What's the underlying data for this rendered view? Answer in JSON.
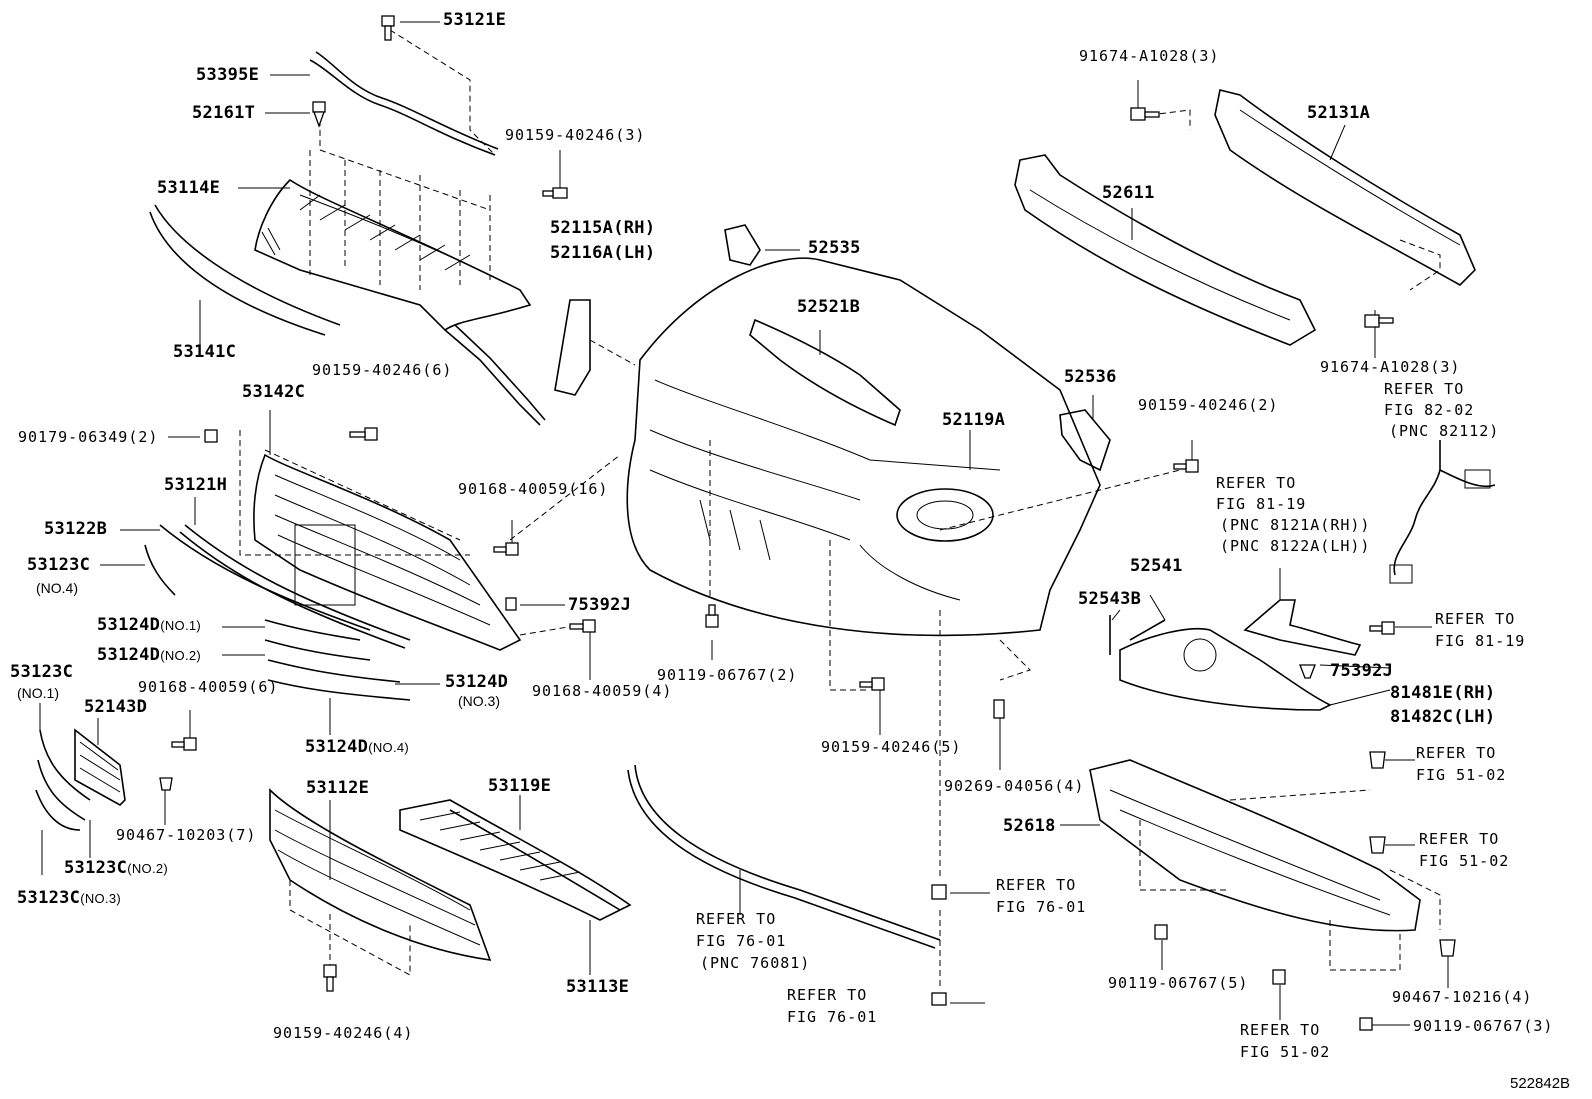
{
  "labels": {
    "p53121E": "53121E",
    "p53395E": "53395E",
    "p52161T": "52161T",
    "f90159_40246_3": "90159-40246(3)",
    "p53114E": "53114E",
    "p52115A": "52115A(RH)",
    "p52116A": "52116A(LH)",
    "p52535": "52535",
    "p53141C": "53141C",
    "f90159_40246_6": "90159-40246(6)",
    "p53142C": "53142C",
    "f90179_06349_2": "90179-06349(2)",
    "p53121H": "53121H",
    "f90168_40059_16": "90168-40059(16)",
    "p53122B": "53122B",
    "p53123C_no4": "53123C",
    "no4_a": "(NO.4)",
    "p75392J_a": "75392J",
    "p53124D_no1": "53124D",
    "no1_a": "(NO.1)",
    "p53124D_no2": "53124D",
    "no2_a": "(NO.2)",
    "p53124D_no3": "53124D",
    "no3_a": "(NO.3)",
    "p53123C_no1": "53123C",
    "no1_b": "(NO.1)",
    "f90168_40059_6": "90168-40059(6)",
    "f90168_40059_4": "90168-40059(4)",
    "p52143D": "52143D",
    "p53124D_no4": "53124D",
    "no4_b": "(NO.4)",
    "f90467_10203_7": "90467-10203(7)",
    "p53123C_no2": "53123C",
    "no2_b": "(NO.2)",
    "p53123C_no3": "53123C",
    "no3_b": "(NO.3)",
    "p53112E": "53112E",
    "p53119E": "53119E",
    "p53113E": "53113E",
    "f90159_40246_4": "90159-40246(4)",
    "p52521B": "52521B",
    "p52119A": "52119A",
    "p52536": "52536",
    "f90159_40246_2": "90159-40246(2)",
    "f90119_06767_2": "90119-06767(2)",
    "f90159_40246_5": "90159-40246(5)",
    "f90269_04056_4": "90269-04056(4)",
    "ref_76_01_a_1": "REFER TO",
    "ref_76_01_a_2": "FIG 76-01",
    "ref_76_01_a_3": "(PNC 76081)",
    "ref_76_01_b_1": "REFER TO",
    "ref_76_01_b_2": "FIG 76-01",
    "ref_76_01_c_1": "REFER TO",
    "ref_76_01_c_2": "FIG 76-01",
    "f91674_A1028_3a": "91674-A1028(3)",
    "p52131A": "52131A",
    "p52611": "52611",
    "f91674_A1028_3b": "91674-A1028(3)",
    "ref_82_02_1": "REFER TO",
    "ref_82_02_2": "FIG 82-02",
    "ref_82_02_3": "(PNC 82112)",
    "ref_81_19_a_1": "REFER TO",
    "ref_81_19_a_2": "FIG 81-19",
    "ref_81_19_a_3": "(PNC 8121A(RH))",
    "ref_81_19_a_4": "(PNC 8122A(LH))",
    "p52541": "52541",
    "p52543B": "52543B",
    "ref_81_19_b_1": "REFER TO",
    "ref_81_19_b_2": "FIG 81-19",
    "p75392J_b": "75392J",
    "p81481E": "81481E(RH)",
    "p81482C": "81482C(LH)",
    "ref_51_02_a_1": "REFER TO",
    "ref_51_02_a_2": "FIG 51-02",
    "ref_51_02_b_1": "REFER TO",
    "ref_51_02_b_2": "FIG 51-02",
    "p52618": "52618",
    "f90119_06767_5": "90119-06767(5)",
    "f90467_10216_4": "90467-10216(4)",
    "ref_51_02_c_1": "REFER TO",
    "ref_51_02_c_2": "FIG 51-02",
    "f90119_06767_3": "90119-06767(3)",
    "figure_id": "522842B"
  }
}
